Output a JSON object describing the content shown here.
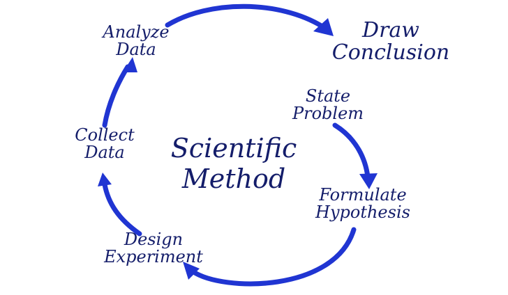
{
  "diagram": {
    "title": [
      "Scientific",
      "Method"
    ],
    "steps": [
      {
        "id": "state-problem",
        "lines": [
          "State",
          "Problem"
        ]
      },
      {
        "id": "formulate-hypothesis",
        "lines": [
          "Formulate",
          "Hypothesis"
        ]
      },
      {
        "id": "design-experiment",
        "lines": [
          "Design",
          "Experiment"
        ]
      },
      {
        "id": "collect-data",
        "lines": [
          "Collect",
          "Data"
        ]
      },
      {
        "id": "analyze-data",
        "lines": [
          "Analyze",
          "Data"
        ]
      },
      {
        "id": "draw-conclusion",
        "lines": [
          "Draw",
          "Conclusion"
        ]
      }
    ],
    "colors": {
      "arrow": "#2035d2",
      "text": "#141d6a",
      "background": "#ffffff"
    }
  }
}
